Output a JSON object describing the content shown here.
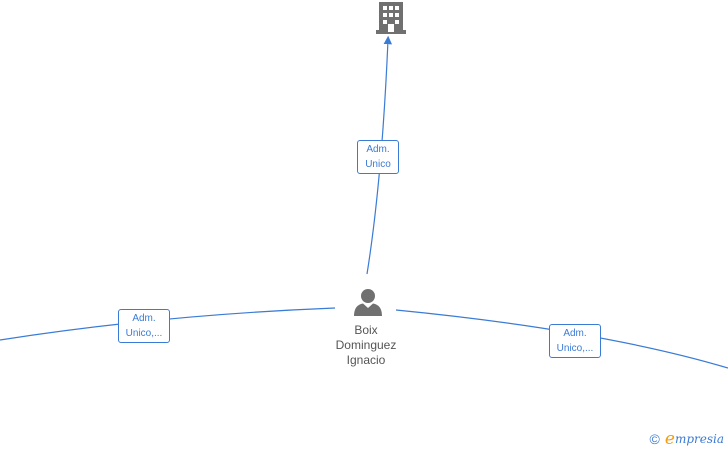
{
  "colors": {
    "edge": "#3a7bd5",
    "icon": "#707070",
    "text": "#555555",
    "brand_accent": "#f39c12"
  },
  "nodes": {
    "company": {
      "icon": "building-icon"
    },
    "person": {
      "icon": "person-icon",
      "name_lines": [
        "Boix",
        "Dominguez",
        "Ignacio"
      ]
    }
  },
  "edges": [
    {
      "id": "to-company",
      "label_lines": [
        "Adm.",
        "Unico"
      ]
    },
    {
      "id": "to-left",
      "label_lines": [
        "Adm.",
        "Unico,..."
      ]
    },
    {
      "id": "to-right",
      "label_lines": [
        "Adm.",
        "Unico,..."
      ]
    }
  ],
  "watermark": {
    "copyright": "©",
    "brand_first": "e",
    "brand_rest": "mpresia"
  }
}
